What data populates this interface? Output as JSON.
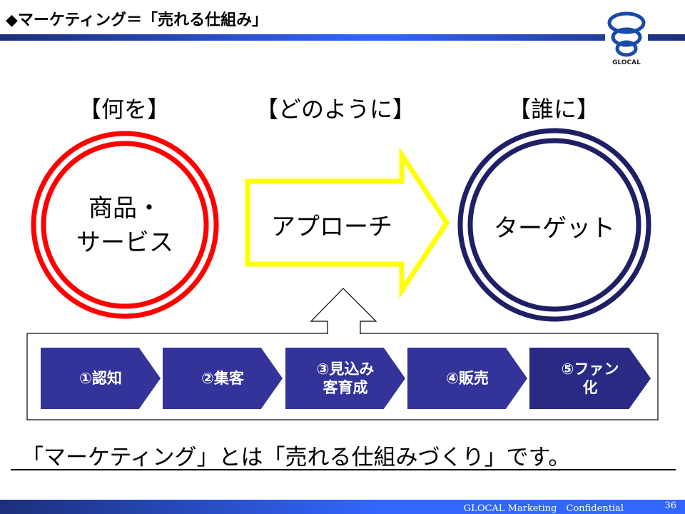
{
  "title": "◆マーケティング＝「売れる仕組み」",
  "logo_text": "GLOCAL",
  "headings": {
    "what": "【何を】",
    "how": "【どのように】",
    "who": "【誰に】"
  },
  "circles": {
    "product_line1": "商品・",
    "product_line2": "サービス",
    "target": "ターゲット"
  },
  "arrow_label": "アプローチ",
  "steps": [
    "①認知",
    "②集客",
    "③見込み\n客育成",
    "④販売",
    "⑤ファン\n化"
  ],
  "summary": "「マーケティング」とは「売れる仕組みづくり」です。",
  "footer": "GLOCAL Marketing　Confidential",
  "page_number": "36",
  "colors": {
    "red": "#ff0000",
    "navy": "#1f1f66",
    "yellow": "#ffff00",
    "step": "#33339a"
  }
}
